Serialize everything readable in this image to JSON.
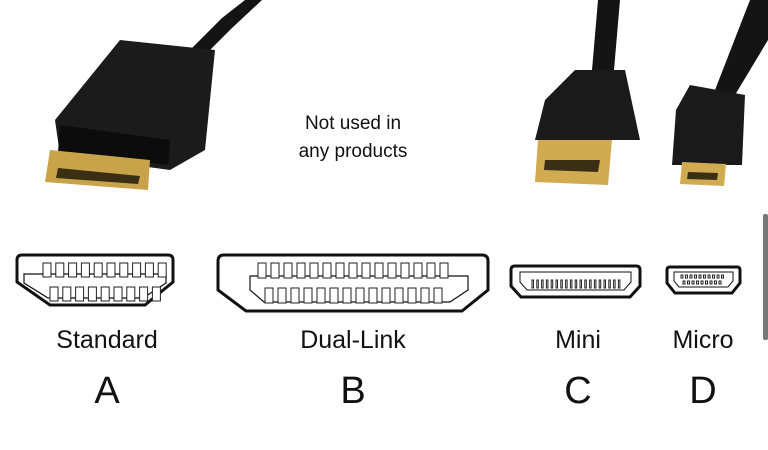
{
  "note": {
    "line1": "Not used in",
    "line2": "any products"
  },
  "connectors": [
    {
      "type": "Standard",
      "letter": "A"
    },
    {
      "type": "Dual-Link",
      "letter": "B"
    },
    {
      "type": "Mini",
      "letter": "C"
    },
    {
      "type": "Micro",
      "letter": "D"
    }
  ],
  "colors": {
    "cable": "#141414",
    "gold": "#c9a34a",
    "outline": "#111111"
  }
}
